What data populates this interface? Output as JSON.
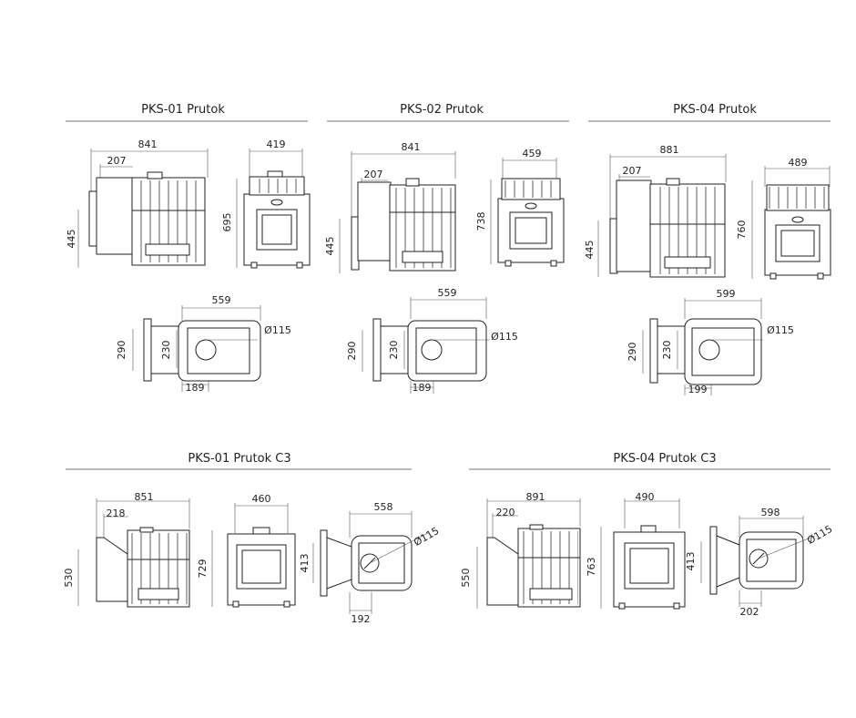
{
  "colors": {
    "line": "#222222",
    "rule": "#b9b9b9",
    "text": "#222222"
  },
  "models": [
    {
      "title": "PKS-01 Prutok",
      "side_width": "841",
      "side_front": "207",
      "side_height": "445",
      "front_width": "419",
      "front_height": "695",
      "top_depth": "559",
      "top_height": "290",
      "top_inner": "230",
      "top_offset": "189",
      "top_diameter": "Ø115"
    },
    {
      "title": "PKS-02 Prutok",
      "side_width": "841",
      "side_front": "207",
      "side_height": "445",
      "front_width": "459",
      "front_height": "738",
      "top_depth": "559",
      "top_height": "290",
      "top_inner": "230",
      "top_offset": "189",
      "top_diameter": "Ø115"
    },
    {
      "title": "PKS-04 Prutok",
      "side_width": "881",
      "side_front": "207",
      "side_height": "445",
      "front_width": "489",
      "front_height": "760",
      "top_depth": "599",
      "top_height": "290",
      "top_inner": "230",
      "top_offset": "199",
      "top_diameter": "Ø115"
    },
    {
      "title": "PKS-01 Prutok C3",
      "side_width": "851",
      "side_front": "218",
      "side_height": "530",
      "front_width": "460",
      "front_height": "729",
      "top_depth": "558",
      "top_height": "413",
      "top_offset": "192",
      "top_diameter": "Ø115"
    },
    {
      "title": "PKS-04 Prutok C3",
      "side_width": "891",
      "side_front": "220",
      "side_height": "550",
      "front_width": "490",
      "front_height": "763",
      "top_depth": "598",
      "top_height": "413",
      "top_offset": "202",
      "top_diameter": "Ø115"
    }
  ]
}
